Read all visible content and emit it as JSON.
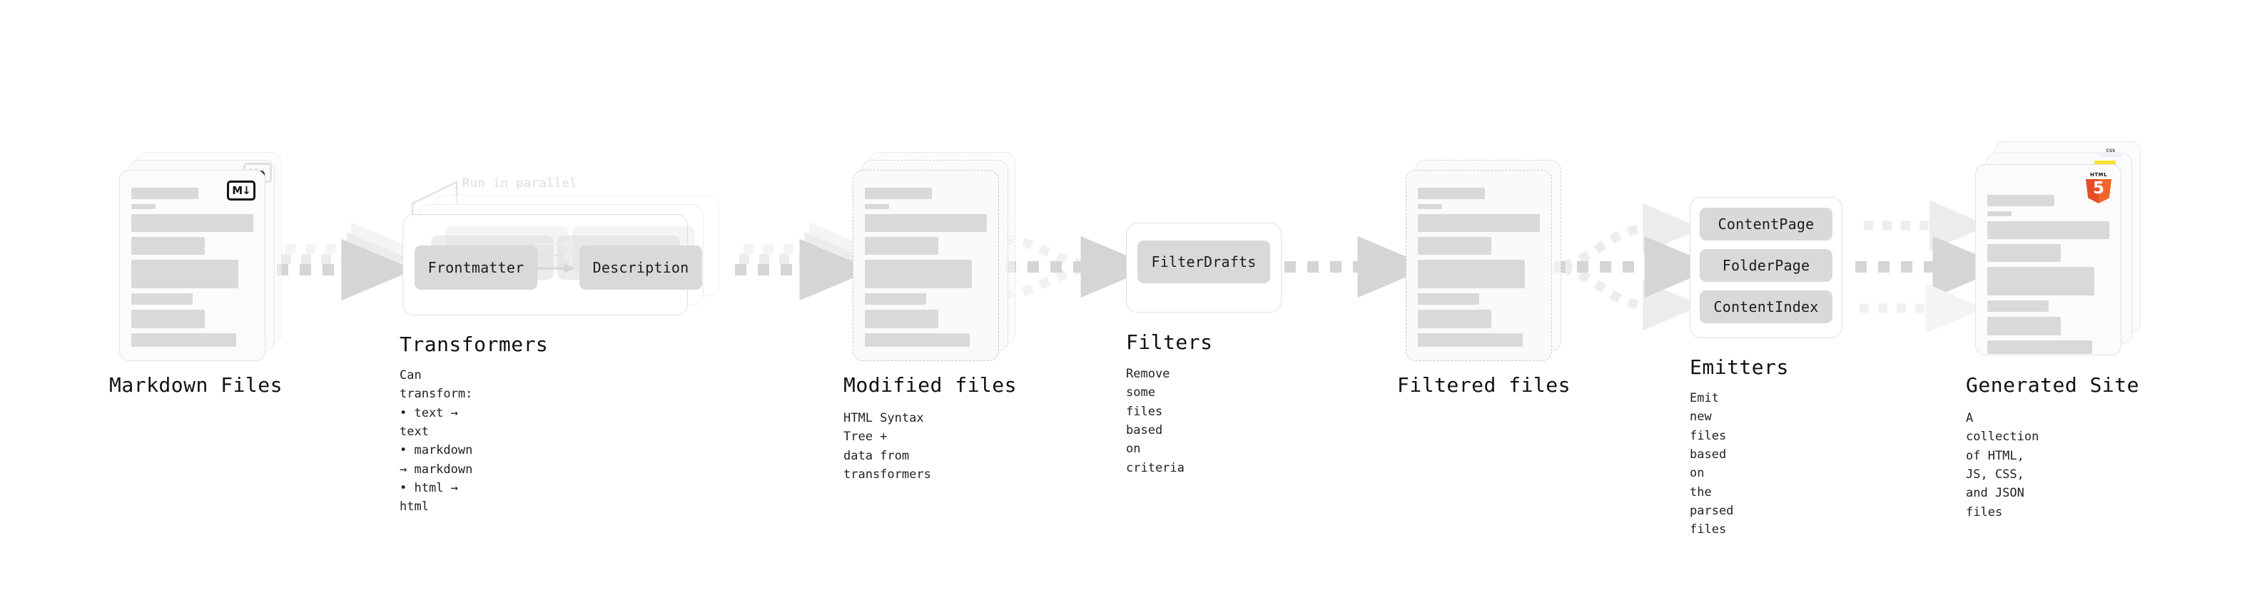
{
  "diagram": {
    "title": "Quartz static site generation pipeline",
    "colors": {
      "background": "#ffffff",
      "skeleton_bar": "#d9d9d9",
      "card_border": "#e3e3e3",
      "dashed_border": "#c9c9c9",
      "chip_fill": "#d9d9d9",
      "arrow": "#d5d5d5",
      "muted_text": "#dcdcdc",
      "markdown_badge": "#111111",
      "html5_orange": "#e44d26",
      "js_yellow": "#f7df1e",
      "css_blue": "#264de4"
    },
    "stages": [
      {
        "id": "markdown-files",
        "title": "Markdown Files",
        "desc": "",
        "icon": "markdown-icon",
        "icon_label": "M↓",
        "kind": "document-stack",
        "stack_count": 3,
        "border": "solid"
      },
      {
        "id": "transformers",
        "title": "Transformers",
        "desc": "Can transform:\n• text → text\n• markdown → markdown\n• html → html",
        "kind": "plugin-group",
        "stack_count": 3,
        "annotation": "Run in parallel",
        "chips": [
          "Frontmatter",
          "Description"
        ]
      },
      {
        "id": "modified-files",
        "title": "Modified files",
        "desc": "HTML Syntax Tree +\ndata from transformers",
        "kind": "document-stack",
        "stack_count": 3,
        "border": "dashed"
      },
      {
        "id": "filters",
        "title": "Filters",
        "desc": "Remove some files based\non criteria",
        "kind": "plugin-group",
        "stack_count": 1,
        "chips": [
          "FilterDrafts"
        ]
      },
      {
        "id": "filtered-files",
        "title": "Filtered files",
        "desc": "",
        "kind": "document-stack",
        "stack_count": 2,
        "border": "dashed"
      },
      {
        "id": "emitters",
        "title": "Emitters",
        "desc": "Emit new files based on\nthe parsed files",
        "kind": "plugin-group",
        "stack_count": 1,
        "chips": [
          "ContentPage",
          "FolderPage",
          "ContentIndex"
        ]
      },
      {
        "id": "generated-site",
        "title": "Generated Site",
        "desc": "A collection of HTML,\nJS, CSS, and JSON files",
        "kind": "document-stack",
        "stack_count": 3,
        "border": "solid",
        "icons": [
          "html5-icon",
          "js-icon",
          "css3-icon"
        ],
        "icon_labels": {
          "html5": "HTML",
          "html5_digit": "5",
          "css": "CSS"
        }
      }
    ],
    "connectors": [
      {
        "from": "markdown-files",
        "to": "transformers",
        "style": "dashed-arrow",
        "lanes": 3
      },
      {
        "from": "transformers",
        "to": "modified-files",
        "style": "dashed-arrow",
        "lanes": 3
      },
      {
        "from": "modified-files",
        "to": "filters",
        "style": "dashed-arrow-converging",
        "lanes": 3
      },
      {
        "from": "filters",
        "to": "filtered-files",
        "style": "dashed-arrow",
        "lanes": 1
      },
      {
        "from": "filtered-files",
        "to": "emitters",
        "style": "dashed-arrow-diverging",
        "lanes": 3
      },
      {
        "from": "emitters",
        "to": "generated-site",
        "style": "dashed-arrow",
        "lanes": 3
      }
    ]
  }
}
